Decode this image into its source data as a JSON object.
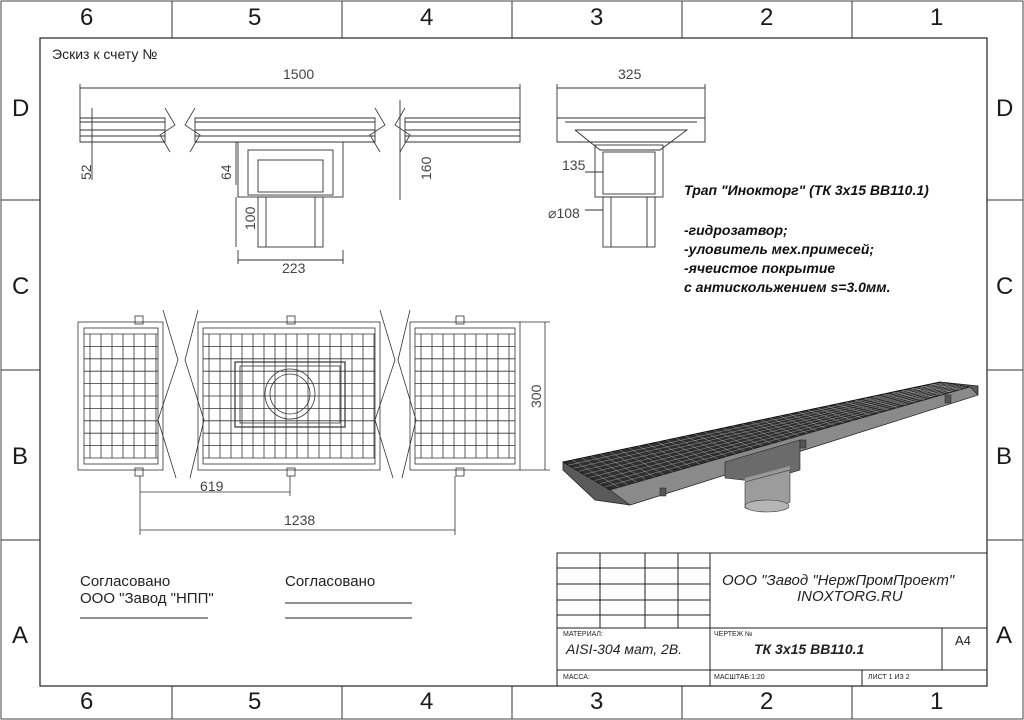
{
  "zones": {
    "columns": [
      "6",
      "5",
      "4",
      "3",
      "2",
      "1"
    ],
    "rows": [
      "D",
      "C",
      "B",
      "A"
    ]
  },
  "header": {
    "sketch_label": "Эскиз к счету №"
  },
  "dimensions": {
    "length_total": "1500",
    "width_side": "325",
    "height_52": "52",
    "height_64": "64",
    "height_160": "160",
    "width_135": "135",
    "diameter_108": "108",
    "height_100": "100",
    "width_223": "223",
    "width_300": "300",
    "length_619": "619",
    "length_1238": "1238"
  },
  "notes": {
    "title": "Трап \"Инокторг\" (ТК 3х15 ВВ110.1)",
    "feature_1": "-гидрозатвор;",
    "feature_2": "-уловитель мех.примесей;",
    "feature_3": "-ячеистое покрытие",
    "feature_4": "с антискольжением s=3.0мм."
  },
  "approvals": {
    "left_line1": "Согласовано",
    "left_line2": "ООО \"Завод \"НПП\"",
    "right_line1": "Согласовано"
  },
  "title_block": {
    "company": "ООО \"Завод \"НержПромПроект\"",
    "website": "INOXTORG.RU",
    "material_label": "МАТЕРИАЛ:",
    "material_value": "AISI-304 мат, 2В.",
    "drawing_no_label": "ЧЕРТЕЖ №",
    "drawing_no_value": "ТК 3х15 ВВ110.1",
    "format": "А4",
    "mass_label": "МАССА:",
    "scale_label": "МАСШТАБ:1:20",
    "sheet_label": "ЛИСТ 1 ИЗ 2"
  },
  "colors": {
    "line": "#333333",
    "frame": "#222222",
    "iso_dark": "#3a3a3a",
    "iso_mid": "#777777",
    "iso_light": "#bfbfbf"
  }
}
